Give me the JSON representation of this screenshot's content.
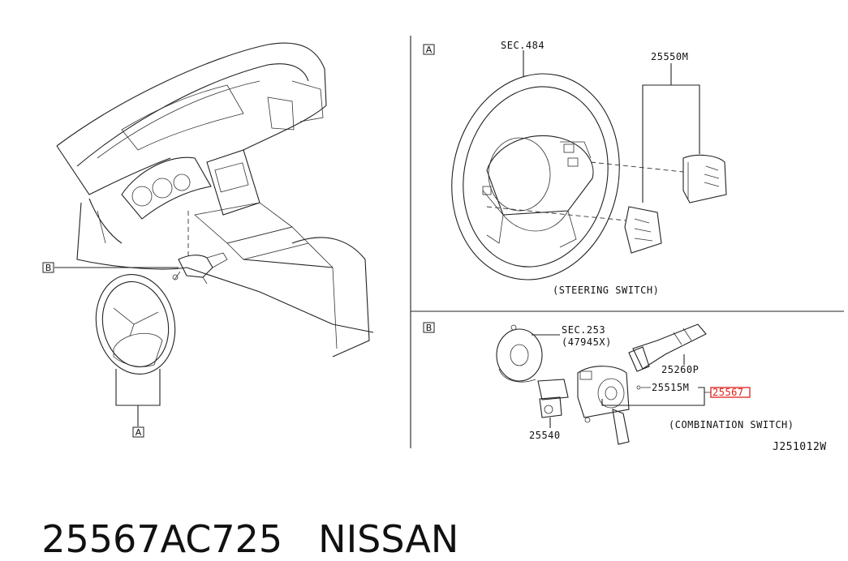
{
  "diagram": {
    "callout_A_top": "A",
    "callout_B_left": "B",
    "callout_A_bottom": "A",
    "panel_A": {
      "box_label": "A",
      "sec_label": "SEC.484",
      "part_25550M": "25550M",
      "caption": "(STEERING SWITCH)"
    },
    "panel_B": {
      "box_label": "B",
      "sec_label": "SEC.253",
      "sec_sub": "(47945X)",
      "part_25260P": "25260P",
      "part_25515M": "25515M",
      "part_highlighted": "25567",
      "part_25540": "25540",
      "caption": "(COMBINATION SWITCH)"
    },
    "drawing_code": "J251012W"
  },
  "footer": {
    "part_number": "25567AC725",
    "brand": "NISSAN"
  },
  "colors": {
    "highlight": "#e0201b",
    "line": "#222222",
    "background": "#ffffff"
  }
}
